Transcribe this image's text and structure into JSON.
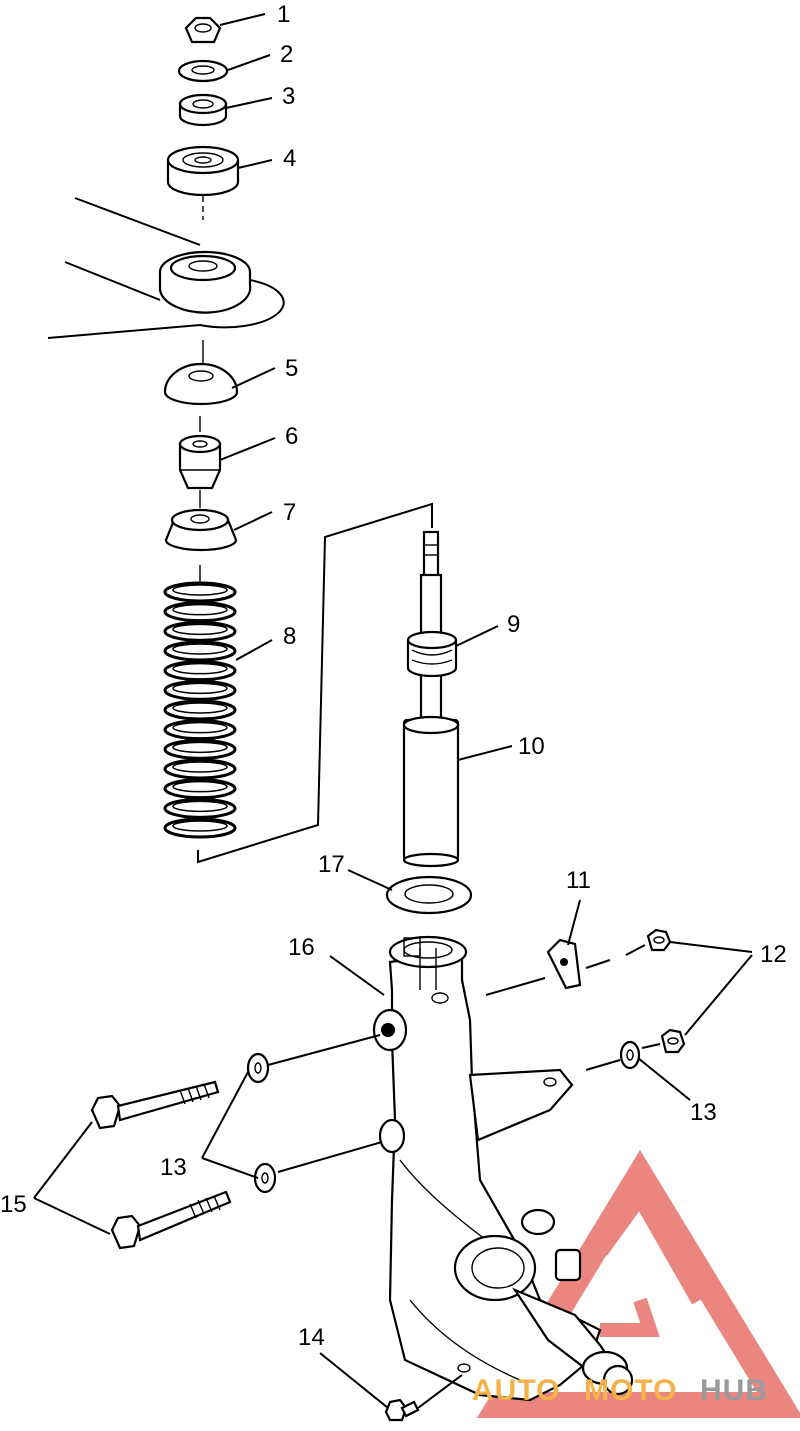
{
  "diagram": {
    "callouts": [
      {
        "id": "c1",
        "label": "1"
      },
      {
        "id": "c2",
        "label": "2"
      },
      {
        "id": "c3",
        "label": "3"
      },
      {
        "id": "c4",
        "label": "4"
      },
      {
        "id": "c5",
        "label": "5"
      },
      {
        "id": "c6",
        "label": "6"
      },
      {
        "id": "c7",
        "label": "7"
      },
      {
        "id": "c8",
        "label": "8"
      },
      {
        "id": "c9",
        "label": "9"
      },
      {
        "id": "c10",
        "label": "10"
      },
      {
        "id": "c11",
        "label": "11"
      },
      {
        "id": "c12",
        "label": "12"
      },
      {
        "id": "c13a",
        "label": "13"
      },
      {
        "id": "c13b",
        "label": "13"
      },
      {
        "id": "c14",
        "label": "14"
      },
      {
        "id": "c15",
        "label": "15"
      },
      {
        "id": "c16",
        "label": "16"
      },
      {
        "id": "c17",
        "label": "17"
      }
    ]
  },
  "watermark": {
    "text_auto": "AUTO",
    "text_moto": "MOTO",
    "text_hub": "HUB",
    "color_red": "#e8706a",
    "color_orange": "#f4b24a",
    "color_gray": "#9a9a9a"
  }
}
